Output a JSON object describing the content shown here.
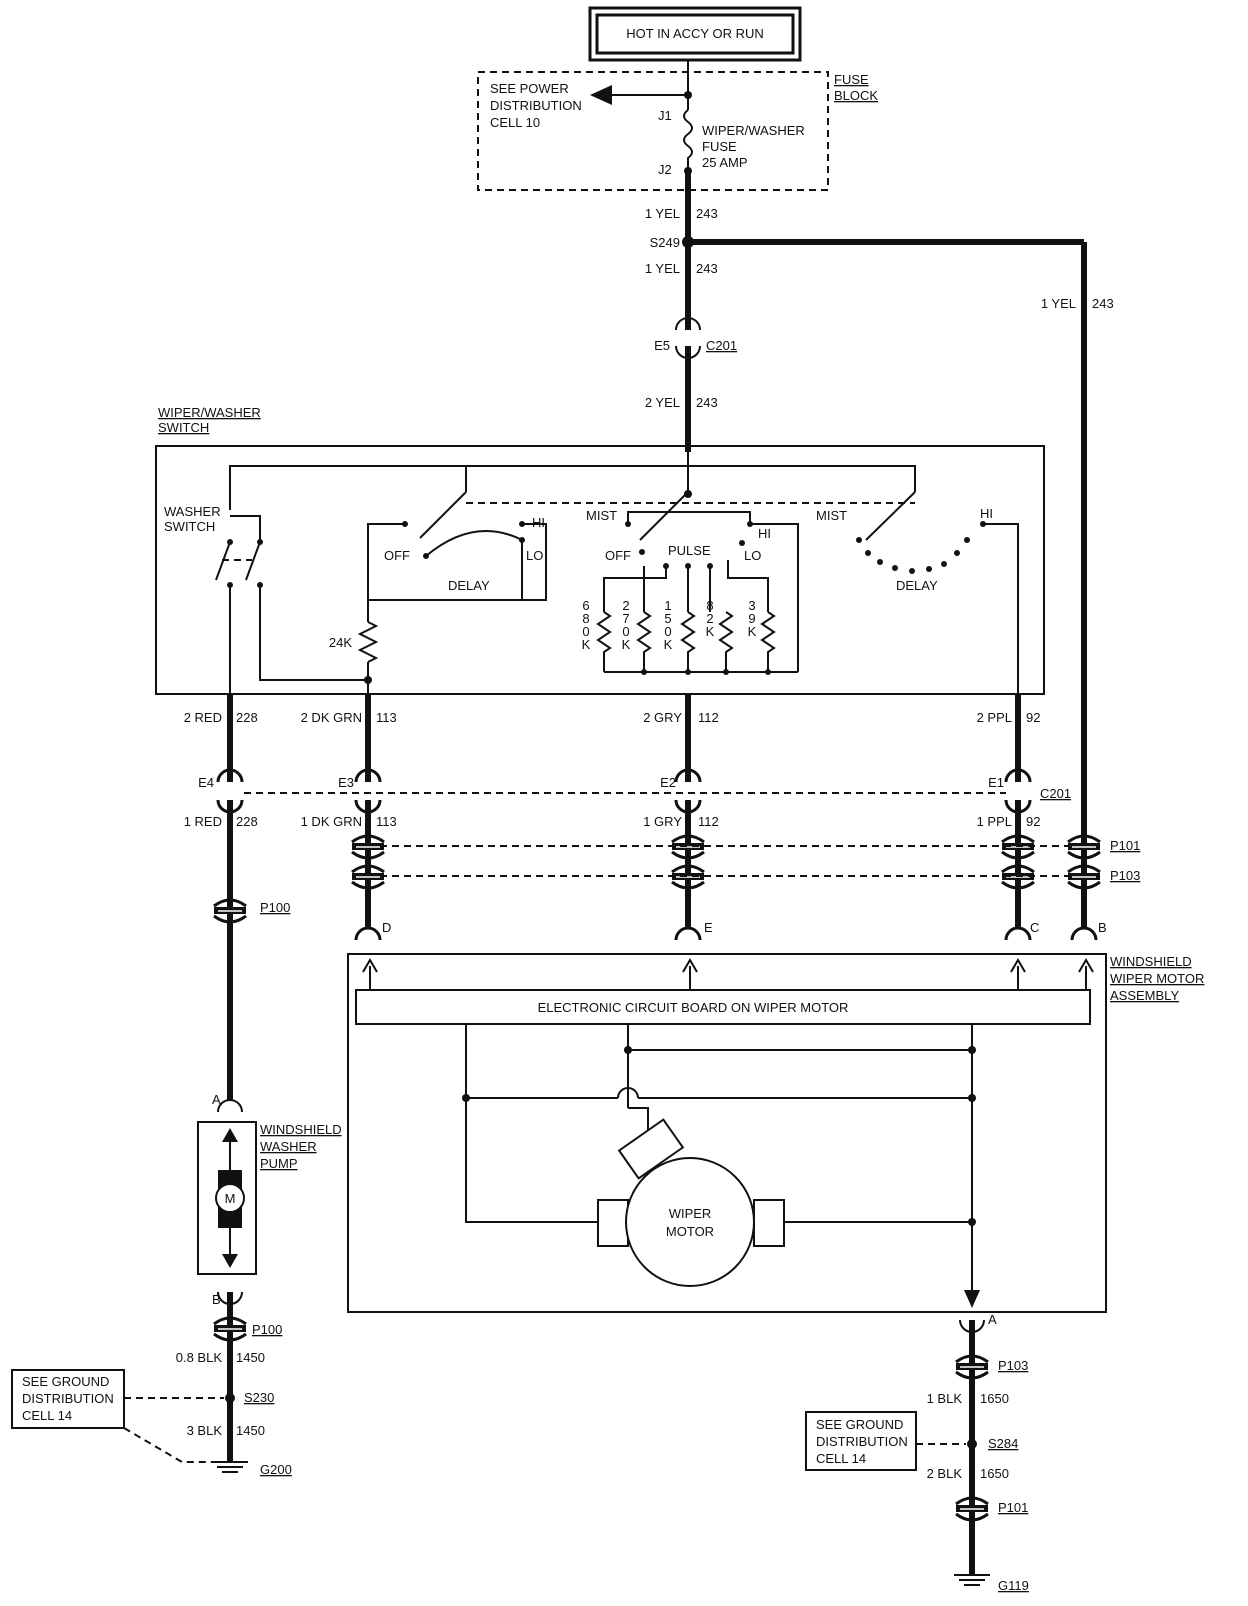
{
  "power_source": "HOT IN ACCY OR RUN",
  "fuse_block": {
    "title_1": "FUSE",
    "title_2": "BLOCK",
    "see_1": "SEE POWER",
    "see_2": "DISTRIBUTION",
    "see_3": "CELL 10",
    "j1": "J1",
    "j2": "J2",
    "fuse_1": "WIPER/WASHER",
    "fuse_2": "FUSE",
    "fuse_3": "25 AMP"
  },
  "wires": {
    "w1": "1 YEL",
    "w1n": "243",
    "splice": "S249",
    "w2": "1 YEL",
    "w2n": "243",
    "right": "1 YEL",
    "rightn": "243",
    "e5": "E5",
    "c201": "C201",
    "w3": "2 YEL",
    "w3n": "243",
    "red2": "2 RED",
    "red2n": "228",
    "dkgrn2": "2 DK GRN",
    "dkgrn2n": "113",
    "gry2": "2 GRY",
    "gry2n": "112",
    "ppl2": "2 PPL",
    "ppl2n": "92",
    "e4": "E4",
    "e3": "E3",
    "e2": "E2",
    "e1": "E1",
    "c201b": "C201",
    "red1": "1 RED",
    "red1n": "228",
    "dkgrn1": "1 DK GRN",
    "dkgrn1n": "113",
    "gry1": "1 GRY",
    "gry1n": "112",
    "ppl1": "1 PPL",
    "ppl1n": "92",
    "p101": "P101",
    "p103": "P103",
    "p100": "P100",
    "d": "D",
    "e": "E",
    "c": "C",
    "b": "B"
  },
  "switch": {
    "title_1": "WIPER/WASHER",
    "title_2": "SWITCH",
    "washer_1": "WASHER",
    "washer_2": "SWITCH",
    "off_a": "OFF",
    "hi_a": "HI",
    "lo_a": "LO",
    "delay_a": "DELAY",
    "r24k": "24K",
    "mist_b": "MIST",
    "off_b": "OFF",
    "pulse": "PULSE",
    "hi_b": "HI",
    "lo_b": "LO",
    "mist_c": "MIST",
    "hi_c": "HI",
    "delay_c": "DELAY",
    "resistors": [
      "680K",
      "270K",
      "150K",
      "82K",
      "39K"
    ]
  },
  "motor_assembly": {
    "title_1": "WINDSHIELD",
    "title_2": "WIPER MOTOR",
    "title_3": "ASSEMBLY",
    "board": "ELECTRONIC CIRCUIT BOARD ON WIPER MOTOR",
    "motor_1": "WIPER",
    "motor_2": "MOTOR",
    "a": "A"
  },
  "washer_pump": {
    "title_1": "WINDSHIELD",
    "title_2": "WASHER",
    "title_3": "PUMP",
    "m": "M",
    "a": "A",
    "b": "B"
  },
  "ground_left": {
    "p100": "P100",
    "blk08": "0.8 BLK",
    "blk08n": "1450",
    "s230": "S230",
    "blk3": "3 BLK",
    "blk3n": "1450",
    "g200": "G200",
    "see_1": "SEE GROUND",
    "see_2": "DISTRIBUTION",
    "see_3": "CELL 14"
  },
  "ground_right": {
    "p103": "P103",
    "blk1": "1 BLK",
    "blk1n": "1650",
    "s284": "S284",
    "blk2": "2 BLK",
    "blk2n": "1650",
    "p101": "P101",
    "g119": "G119",
    "see_1": "SEE GROUND",
    "see_2": "DISTRIBUTION",
    "see_3": "CELL 14"
  }
}
